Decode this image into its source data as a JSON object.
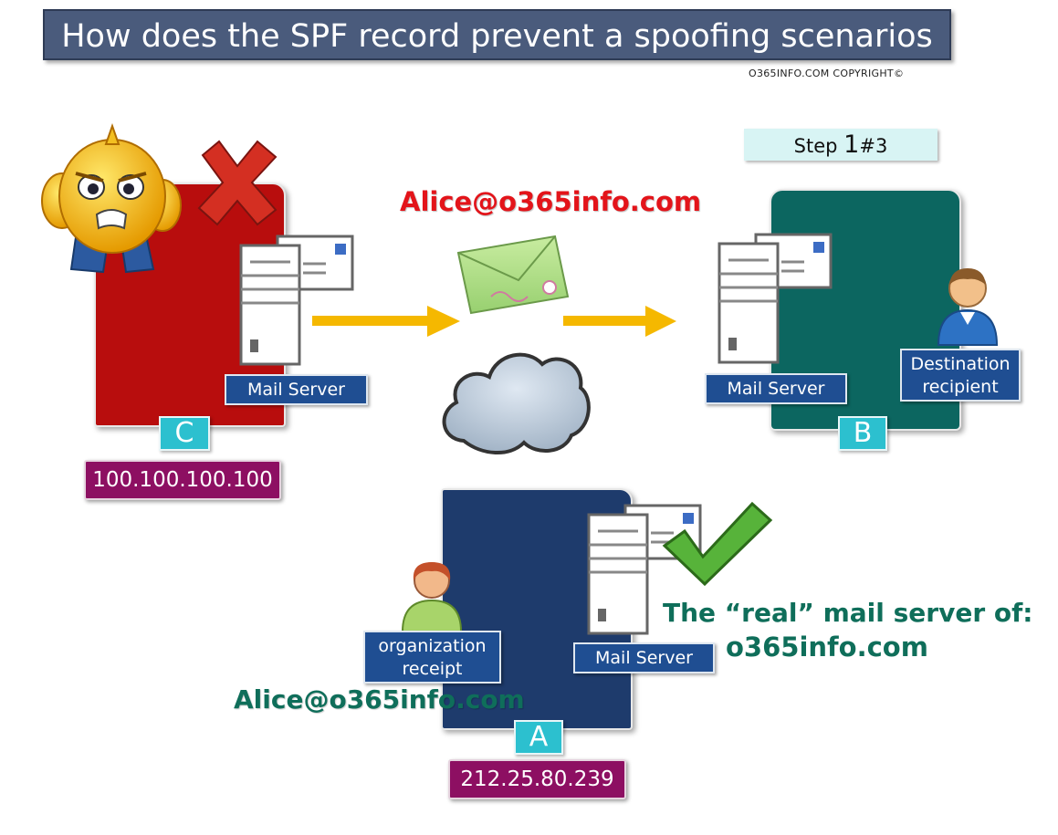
{
  "title": "How does the SPF record prevent a spoofing scenarios",
  "copyright": "O365INFO.COM COPYRIGHT©",
  "step": {
    "prefix": "Step ",
    "number": "1",
    "suffix": "#3"
  },
  "email_top": "Alice@o365info.com",
  "email_bottom": "Alice@o365info.com",
  "nodes": {
    "c": {
      "letter": "C",
      "ip": "100.100.100.100",
      "server_label": "Mail Server"
    },
    "b": {
      "letter": "B",
      "server_label": "Mail Server",
      "recipient_label_1": "Destination",
      "recipient_label_2": "recipient"
    },
    "a": {
      "letter": "A",
      "ip": "212.25.80.239",
      "server_label": "Mail Server",
      "org_label_1": "organization",
      "org_label_2": "receipt"
    }
  },
  "real_server": {
    "line1": "The “real” mail server of:",
    "line2": "o365info.com"
  },
  "colors": {
    "panel_c": "#b80d0d",
    "panel_b": "#0c6660",
    "panel_a": "#1e3b6c",
    "label_blue": "#1f4e92",
    "letter_cyan": "#2cc0cf",
    "ip_magenta": "#8d0f62",
    "arrow_yellow": "#f5b800",
    "email_red": "#e3141a",
    "text_green": "#0f6e5a"
  },
  "icons": [
    "monster-icon",
    "red-x-icon",
    "mail-server-icon",
    "envelope-icon",
    "cloud-icon",
    "user-icon",
    "green-check-icon",
    "arrow-right-icon"
  ]
}
